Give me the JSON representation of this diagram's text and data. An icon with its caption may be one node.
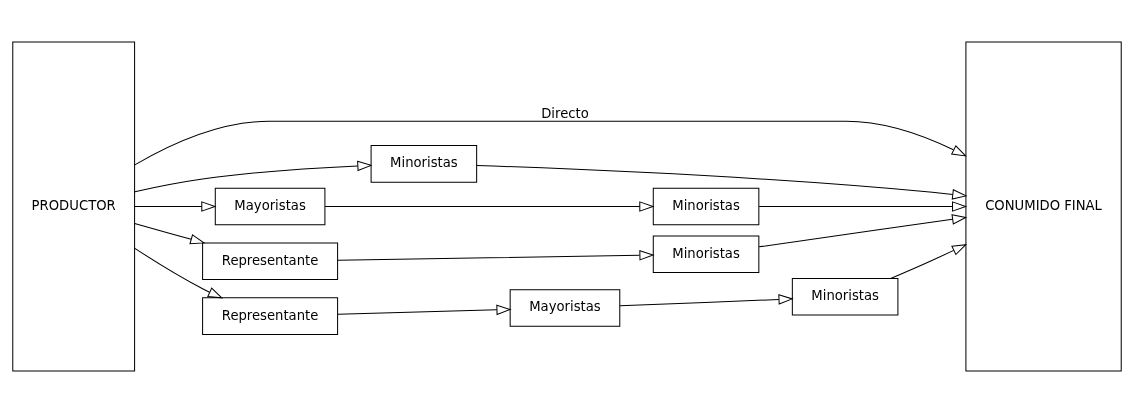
{
  "diagram": {
    "nodes": [
      {
        "text": [
          "PRODUCTOR"
        ]
      },
      {
        "text": [
          "CONUMIDO FINAL"
        ]
      },
      {
        "text": [
          "Minoristas"
        ]
      },
      {
        "text": [
          "Mayoristas"
        ]
      },
      {
        "text": [
          "Minoristas"
        ]
      },
      {
        "text": [
          "Representante"
        ]
      },
      {
        "text": [
          "Minoristas"
        ]
      },
      {
        "text": [
          "Representante"
        ]
      },
      {
        "text": [
          "Mayoristas"
        ]
      },
      {
        "text": [
          "Minoristas"
        ]
      }
    ],
    "edges": [
      {
        "from": 0,
        "to": 1,
        "arrow": "to",
        "label": "Directo"
      },
      {
        "from": 0,
        "to": 2,
        "arrow": "to"
      },
      {
        "from": 2,
        "to": 1,
        "arrow": "to"
      },
      {
        "from": 0,
        "to": 3,
        "arrow": "to"
      },
      {
        "from": 3,
        "to": 4,
        "arrow": "to"
      },
      {
        "from": 4,
        "to": 1,
        "arrow": "to"
      },
      {
        "from": 0,
        "to": 5,
        "arrow": "to"
      },
      {
        "from": 5,
        "to": 6,
        "arrow": "to"
      },
      {
        "from": 6,
        "to": 1,
        "arrow": "to"
      },
      {
        "from": 0,
        "to": 7,
        "arrow": "to"
      },
      {
        "from": 7,
        "to": 8,
        "arrow": "to"
      },
      {
        "from": 8,
        "to": 9,
        "arrow": "to"
      },
      {
        "from": 9,
        "to": 1,
        "arrow": "to"
      }
    ]
  }
}
